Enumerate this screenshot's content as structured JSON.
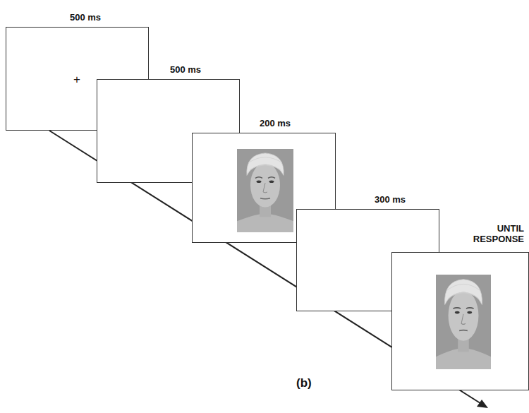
{
  "diagram": {
    "nodes": [
      {
        "text": [
          "500 ms",
          "+"
        ]
      },
      {
        "text": [
          "500 ms"
        ]
      },
      {
        "text": [
          "200 ms"
        ]
      },
      {
        "text": [
          "300 ms"
        ]
      },
      {
        "text": [
          "UNTIL RESPONSE"
        ]
      }
    ],
    "labels": [
      "(b)"
    ]
  }
}
